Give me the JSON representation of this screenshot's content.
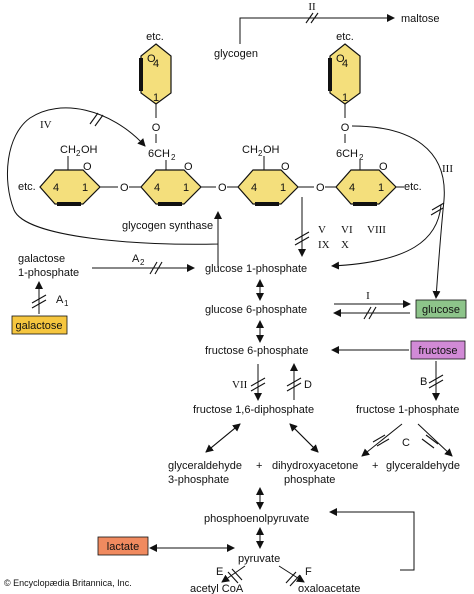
{
  "labels": {
    "etc_top_left": "etc.",
    "etc_top_right": "etc.",
    "etc_left": "etc.",
    "etc_right": "etc.",
    "glycogen": "glycogen",
    "maltose": "maltose",
    "ch2oh_1": "CH",
    "ch2oh_2": "CH",
    "ch2_1": "6CH",
    "ch2_2": "6CH",
    "sub2": "2",
    "oh": "OH",
    "o": "O",
    "c4": "4",
    "c1": "1",
    "glycogen_synthase": "glycogen synthase",
    "galactose_1p_a": "galactose",
    "galactose_1p_b": "1-phosphate",
    "galactose_box": "galactose",
    "glucose_1p": "glucose 1-phosphate",
    "glucose_6p": "glucose 6-phosphate",
    "glucose_box": "glucose",
    "fructose_6p": "fructose 6-phosphate",
    "fructose_box": "fructose",
    "fructose_16dp": "fructose 1,6-diphosphate",
    "fructose_1p": "fructose 1-phosphate",
    "glyceraldehyde_3p_a": "glyceraldehyde",
    "glyceraldehyde_3p_b": "3-phosphate",
    "plus1": "+",
    "dhap_a": "dihydroxyacetone",
    "dhap_b": "phosphate",
    "plus2": "+",
    "glyceraldehyde": "glyceraldehyde",
    "pep": "phosphoenolpyruvate",
    "lactate_box": "lactate",
    "pyruvate": "pyruvate",
    "acetyl_coa": "acetyl CoA",
    "oxaloacetate": "oxaloacetate",
    "copyright": "© Encyclopædia Britannica, Inc."
  },
  "enzymes": {
    "I": "I",
    "II": "II",
    "III": "III",
    "IV": "IV",
    "V": "V",
    "VI": "VI",
    "VII": "VII",
    "VIII": "VIII",
    "IX": "IX",
    "X": "X",
    "A1": "A",
    "A1_sub": "1",
    "A2": "A",
    "A2_sub": "2",
    "B": "B",
    "C": "C",
    "D": "D",
    "E": "E",
    "F": "F"
  },
  "colors": {
    "ring_fill": "#f4df7c",
    "galactose_fill": "#f6c63f",
    "glucose_fill": "#8dc48a",
    "fructose_fill": "#d18ad6",
    "lactate_fill": "#f08a5f"
  }
}
